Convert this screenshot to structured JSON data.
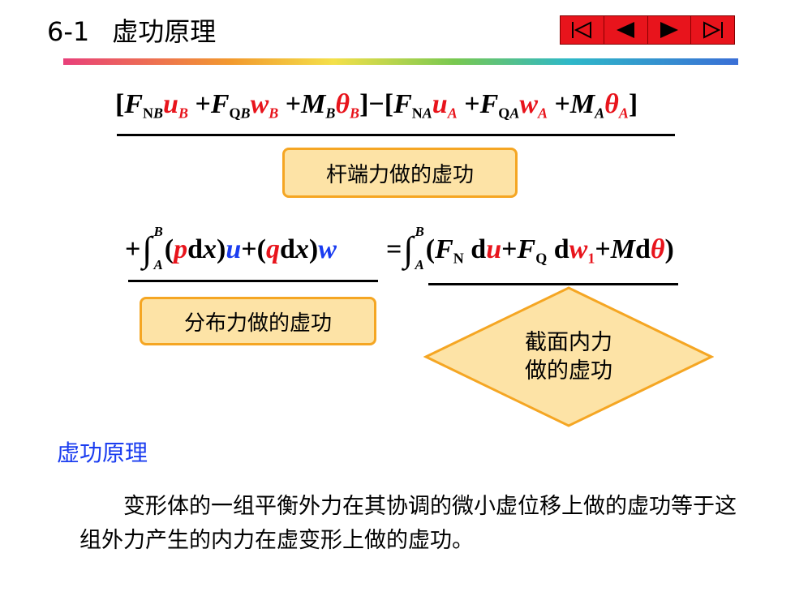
{
  "header": {
    "section_number": "6-1",
    "title": "虚功原理"
  },
  "nav": {
    "first": "first-slide-icon",
    "prev": "previous-slide-icon",
    "next": "next-slide-icon",
    "last": "last-slide-icon",
    "color": "#e8141c"
  },
  "equation_top": {
    "lb1": "[",
    "F1": "F",
    "F1_sub": "N",
    "F1_sub_B": "B",
    "u1": "u",
    "u1_sub": "B",
    "plus1": "+",
    "F2": "F",
    "F2_sub": "Q",
    "F2_sub_B": "B",
    "w1": "w",
    "w1_sub": "B",
    "plus2": "+",
    "M1": "M",
    "M1_sub": "B",
    "th1": "θ",
    "th1_sub": "B",
    "rb_minus_lb": "]−[",
    "F3": "F",
    "F3_sub": "N",
    "F3_sub_A": "A",
    "u2": "u",
    "u2_sub": "A",
    "plus3": "+",
    "F4": "F",
    "F4_sub": "Q",
    "F4_sub_A": "A",
    "w2": "w",
    "w2_sub": "A",
    "plus4": "+",
    "M2": "M",
    "M2_sub": "A",
    "th2": "θ",
    "th2_sub": "A",
    "rb": "]"
  },
  "box_rod_end": "杆端力做的虚功",
  "equation_mid_left": {
    "plus": "+",
    "int": "∫",
    "upper": "B",
    "lower": "A",
    "open1": "(",
    "p": "p",
    "d1": "d",
    "x1": "x",
    "close1": ")",
    "u": "u",
    "plus2": "+(",
    "q": "q",
    "d2": "d",
    "x2": "x",
    "close2": ")",
    "w": "w"
  },
  "equation_mid_right": {
    "eq": "=",
    "int": "∫",
    "upper": "B",
    "lower": "A",
    "open": "(",
    "F1": "F",
    "F1_sub": "N",
    "d1": "d",
    "u": "u",
    "plus1": "+",
    "F2": "F",
    "F2_sub": "Q",
    "d2": "d",
    "w": "w",
    "w_sub": "1",
    "plus2": "+",
    "M": "M",
    "d3": "d",
    "theta": "θ",
    "close": ")"
  },
  "box_distributed": "分布力做的虚功",
  "diamond": {
    "line1": "截面内力",
    "line2": "做的虚功"
  },
  "section_heading": "虚功原理",
  "paragraph": "变形体的一组平衡外力在其协调的微小虚位移上做的虚功等于这组外力产生的内力在虚变形上做的虚功。"
}
